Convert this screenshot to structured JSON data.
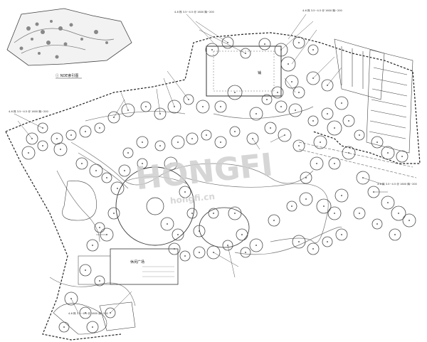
{
  "plan": {
    "key_plan_caption": "ⓘ NDE索引图",
    "plaza_label": "铺",
    "court_label": "休闲广场",
    "watermark_main": "HONGFI",
    "watermark_sub": "hongfi.cn"
  },
  "notes": [
    {
      "text": "4-6 株 3.5~4.5 @ 1600 胸~200"
    },
    {
      "text": "4-6 株 3.5~4.5 @ 1600 胸~200"
    },
    {
      "text": "4-6 株 3.5~4.5 @ 1600 胸~200"
    },
    {
      "text": "4-6 株 3.5~4.5 @ 1600 胸~200"
    },
    {
      "text": "4-6 株 3.5~4.5 @ 1600 胸~200"
    }
  ],
  "colors": {
    "ink": "#333333",
    "paper": "#ffffff"
  }
}
